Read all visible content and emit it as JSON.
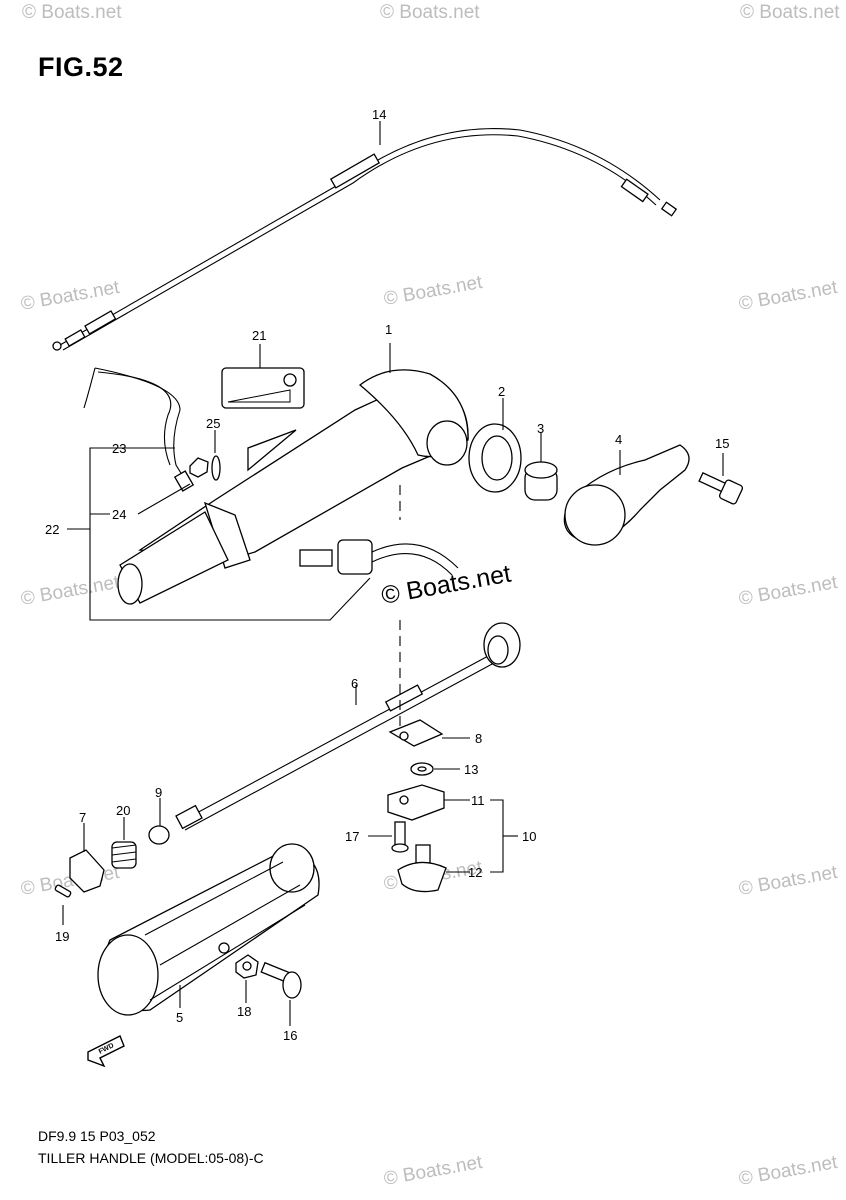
{
  "figure": {
    "title": "FIG.52",
    "footer_line1": "DF9.9 15 P03_052",
    "footer_line2": "TILLER HANDLE (MODEL:05-08)-C"
  },
  "watermark": {
    "small": "© Boats.net",
    "center": "© Boats.net"
  },
  "badge": {
    "fwd": "FWD"
  },
  "parts": {
    "p1": "1",
    "p2": "2",
    "p3": "3",
    "p4": "4",
    "p5": "5",
    "p6": "6",
    "p7": "7",
    "p8": "8",
    "p9": "9",
    "p10": "10",
    "p11": "11",
    "p12": "12",
    "p13": "13",
    "p14": "14",
    "p15": "15",
    "p16": "16",
    "p17": "17",
    "p18": "18",
    "p19": "19",
    "p20": "20",
    "p21": "21",
    "p22": "22",
    "p23": "23",
    "p24": "24",
    "p25": "25"
  }
}
